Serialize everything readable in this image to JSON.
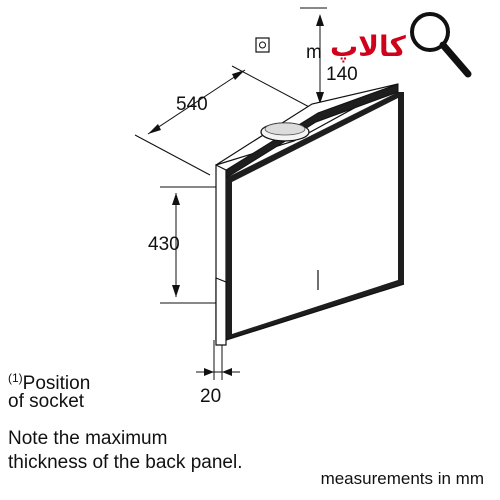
{
  "dimensions": {
    "width": "540",
    "height": "430",
    "top_offset": "140",
    "panel_thickness": "20",
    "socket_marker": "m"
  },
  "notes": {
    "socket_superscript": "(1)",
    "socket_line1": "Position",
    "socket_line2": "of socket",
    "back_panel_line1": "Note the maximum",
    "back_panel_line2": "thickness of the back panel.",
    "units": "measurements in mm"
  },
  "watermark": {
    "text": "کالاپ"
  },
  "colors": {
    "line": "#111111",
    "watermark_red": "#d0021b",
    "glass_fill": "#ffffff"
  }
}
